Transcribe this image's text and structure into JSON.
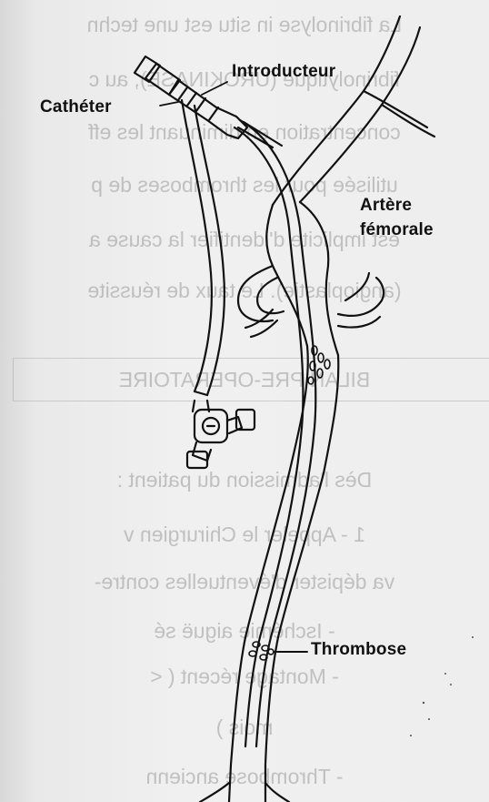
{
  "labels": {
    "introducteur": "Introducteur",
    "catheter": "Cathéter",
    "artere_line1": "Artère",
    "artere_line2": "fémorale",
    "thrombose": "Thrombose"
  },
  "background_text": [
    "La fibrinolyse in situ est une techn",
    "fibrinolytique (UROKINASE), au c",
    "concentration en diminuant les eff",
    "utilisée pour les thromboses de p",
    "est implicite d'identifier la cause a",
    "(angioplastie). Le taux de réussite",
    "BILAN PRE-OPERATOIRE",
    "Dès l'admission du patient :",
    "1 - Appeler le Chirurgien v",
    "va dépister d'éventuelles contre-",
    "- Ischémie aiguë sé",
    "- Montage récent ( <",
    "mois )",
    "- Thrombose ancienn"
  ]
}
